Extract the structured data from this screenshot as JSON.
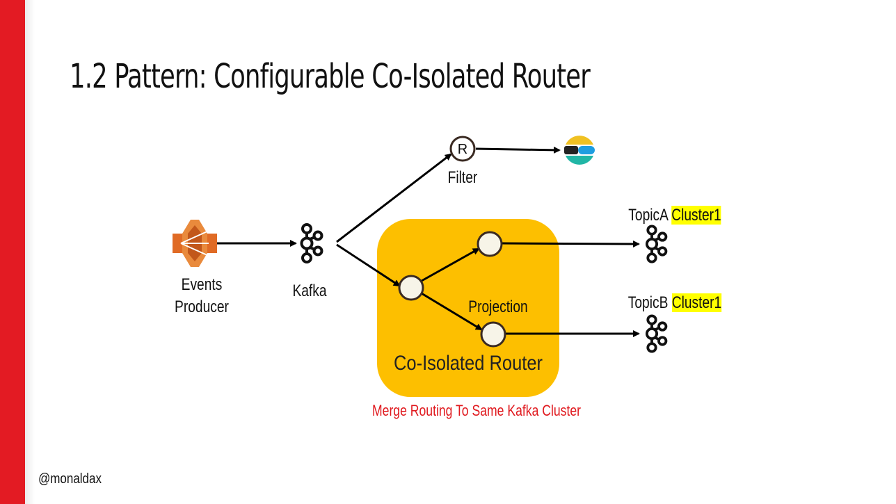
{
  "slide": {
    "title": "1.2 Pattern: Configurable Co-Isolated Router",
    "footer": "@monaldax",
    "accent_color": "#e31b23",
    "router_fill_color": "#fdbf00"
  },
  "diagram": {
    "events_producer_line1": "Events",
    "events_producer_line2": "Producer",
    "kafka_label": "Kafka",
    "filter_label": "Filter",
    "router_node_letter": "R",
    "projection_label": "Projection",
    "router_box_label": "Co-Isolated Router",
    "merge_note": "Merge Routing To Same Kafka Cluster",
    "topic_a_name": "TopicA",
    "topic_a_cluster": "Cluster1",
    "topic_b_name": "TopicB",
    "topic_b_cluster": "Cluster1",
    "producer_icon": "aws-producer-icon",
    "kafka_icon": "kafka-icon",
    "sink_icon": "elasticsearch-icon"
  }
}
